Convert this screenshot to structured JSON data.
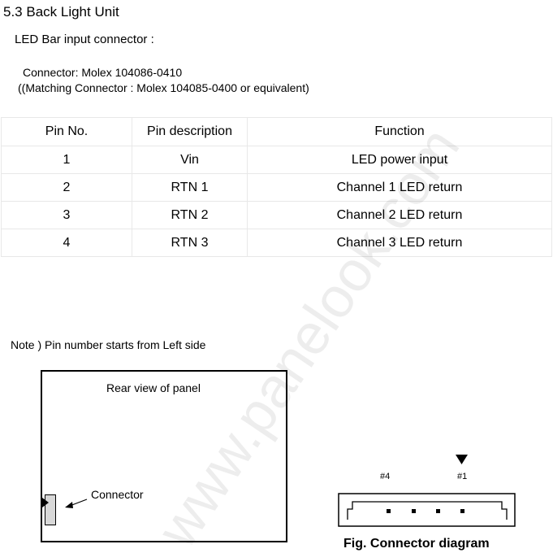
{
  "section": {
    "title": "5.3 Back Light Unit",
    "subtitle": "LED Bar input connector :"
  },
  "connector_info": {
    "line1": "Connector: Molex 104086-0410",
    "line2": "((Matching Connector : Molex 104085-0400 or equivalent)"
  },
  "pin_table": {
    "headers": [
      "Pin No.",
      "Pin description",
      "Function"
    ],
    "rows": [
      [
        "1",
        "Vin",
        "LED power input"
      ],
      [
        "2",
        "RTN 1",
        "Channel 1 LED return"
      ],
      [
        "3",
        "RTN 2",
        "Channel 2 LED return"
      ],
      [
        "4",
        "RTN 3",
        "Channel 3 LED return"
      ]
    ]
  },
  "note": "Note ) Pin number starts from Left side",
  "rear_view": {
    "label": "Rear view of panel",
    "connector_label": "Connector"
  },
  "connector_diagram": {
    "pin4_label": "#4",
    "pin1_label": "#1",
    "caption": "Fig. Connector diagram"
  },
  "watermark": "www.panelook.com"
}
